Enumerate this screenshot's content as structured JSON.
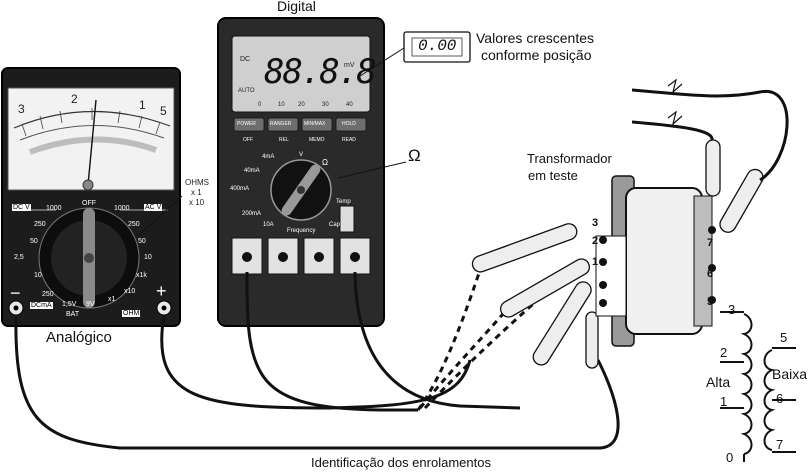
{
  "title_digital": "Digital",
  "title_analog": "Analógico",
  "callout": {
    "readout": "0.00",
    "line1": "Valores crescentes",
    "line2": "conforme posição"
  },
  "omega": "Ω",
  "transformer": {
    "line1": "Transformador",
    "line2": "em teste"
  },
  "caption": "Identificação dos enrolamentos",
  "digital_meter": {
    "lcd": {
      "dc": "DC",
      "digits": "88.8.8",
      "mv": "mV",
      "auto": "AUTO",
      "scale": [
        "0",
        "10",
        "20",
        "30",
        "40"
      ]
    },
    "buttons_top": [
      "POWER",
      "RANGER",
      "MIN/MAX",
      "HOLD"
    ],
    "buttons_bottom": [
      "OFF",
      "REL",
      "MEMO",
      "READ"
    ],
    "dial": [
      "4mA",
      "40mA",
      "400mA",
      "200mA",
      "10A",
      "Frequency",
      "Cap",
      "Temp",
      "V",
      "Ω"
    ]
  },
  "analog_meter": {
    "scale_marks": [
      "3",
      "2",
      "1",
      "5"
    ],
    "left_top": "DC V",
    "right_top": "AC V",
    "off": "OFF",
    "left_ranges": [
      "1000",
      "250",
      "50",
      "2,5",
      "10",
      "250"
    ],
    "right_ranges": [
      "1000",
      "250",
      "50",
      "10",
      "x1k",
      "x10",
      "x1"
    ],
    "bottom": [
      "1,5V",
      "9V",
      "BAT"
    ],
    "dcma": "DCmA",
    "ohm": "OHM",
    "minus": "−",
    "plus": "+",
    "ohms_note": [
      "OHMS",
      "x 1",
      "x 10"
    ]
  },
  "terminals": [
    "1",
    "2",
    "3",
    "5",
    "6",
    "7"
  ],
  "winding": {
    "alta": "Alta",
    "baixa": "Baixa",
    "alta_taps": [
      "3",
      "2",
      "1",
      "0"
    ],
    "baixa_taps": [
      "5",
      "6",
      "7"
    ]
  }
}
